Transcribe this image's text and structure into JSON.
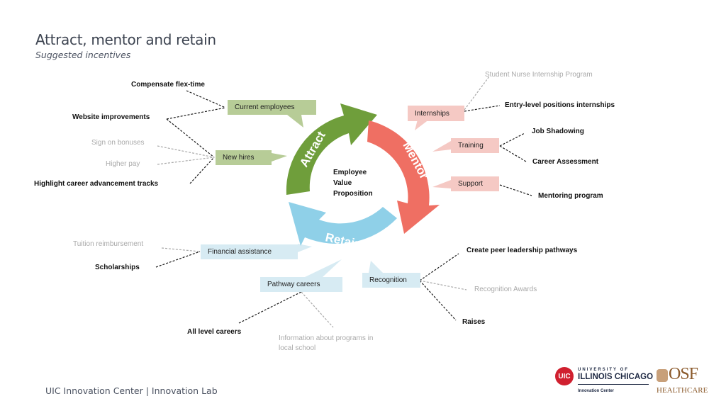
{
  "header": {
    "title": "Attract, mentor and retain",
    "subtitle": "Suggested incentives"
  },
  "footer": {
    "text": "UIC Innovation Center | Innovation Lab"
  },
  "center": {
    "line1": "Employee",
    "line2": "Value",
    "line3": "Proposition"
  },
  "cycle": {
    "attract": {
      "label": "Attract",
      "color": "#6f9e3b"
    },
    "mentor": {
      "label": "Mentor",
      "color": "#ef6f63"
    },
    "retain": {
      "label": "Retain",
      "color": "#8fd0e8"
    }
  },
  "colors": {
    "attract_box": "#b7cc97",
    "mentor_box": "#f5c9c4",
    "retain_box": "#d7ebf3",
    "dark_line": "#1a1a1a",
    "light_line": "#a9a9a9"
  },
  "attract": {
    "boxes": [
      {
        "label": "Current employees"
      },
      {
        "label": "New hires"
      }
    ],
    "items": [
      {
        "label": "Compensate flex-time",
        "emphasis": "dark"
      },
      {
        "label": "Website improvements",
        "emphasis": "dark"
      },
      {
        "label": "Sign on bonuses",
        "emphasis": "light"
      },
      {
        "label": "Higher pay",
        "emphasis": "light"
      },
      {
        "label": "Highlight career advancement tracks",
        "emphasis": "dark"
      }
    ]
  },
  "mentor": {
    "boxes": [
      {
        "label": "Internships"
      },
      {
        "label": "Training"
      },
      {
        "label": "Support"
      }
    ],
    "items": [
      {
        "label": "Student Nurse Internship Program",
        "emphasis": "light"
      },
      {
        "label": "Entry-level positions internships",
        "emphasis": "dark"
      },
      {
        "label": "Job Shadowing",
        "emphasis": "dark"
      },
      {
        "label": "Career Assessment",
        "emphasis": "dark"
      },
      {
        "label": "Mentoring program",
        "emphasis": "dark"
      }
    ]
  },
  "retain": {
    "boxes": [
      {
        "label": "Financial assistance"
      },
      {
        "label": "Pathway careers"
      },
      {
        "label": "Recognition"
      }
    ],
    "items": [
      {
        "label": "Tuition reimbursement",
        "emphasis": "light"
      },
      {
        "label": "Scholarships",
        "emphasis": "dark"
      },
      {
        "label": "All level careers",
        "emphasis": "dark"
      },
      {
        "label": "Information about programs in",
        "emphasis": "light"
      },
      {
        "label": "local school",
        "emphasis": "light"
      },
      {
        "label": "Create peer leadership pathways",
        "emphasis": "dark"
      },
      {
        "label": "Recognition Awards",
        "emphasis": "light"
      },
      {
        "label": "Raises",
        "emphasis": "dark"
      }
    ]
  },
  "logos": {
    "uic_badge": "UIC",
    "uic_university": "UNIVERSITY OF",
    "uic_name": "ILLINOIS CHICAGO",
    "uic_center": "Innovation Center",
    "osf_name": "OSF",
    "osf_sub": "HEALTHCARE"
  }
}
